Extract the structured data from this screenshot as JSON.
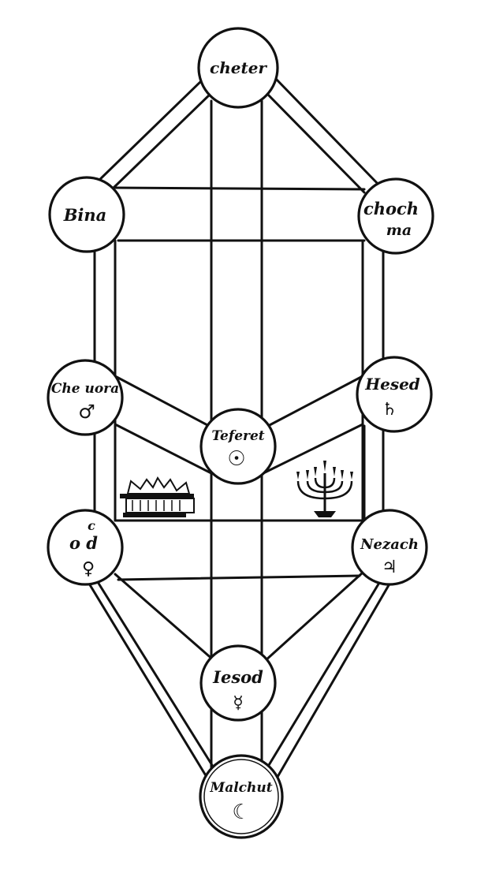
{
  "colors": {
    "ink": "#111111",
    "paper": "#ffffff"
  },
  "nodes": {
    "kether": {
      "label": "cheter"
    },
    "binah": {
      "label": "Bina"
    },
    "chokmah": {
      "label1": "choch",
      "label2": "ma"
    },
    "geburah": {
      "label": "Che uora",
      "symbol": "♂"
    },
    "chesed": {
      "label": "Hesed",
      "symbol": "♄"
    },
    "tiferet": {
      "label": "Teferet",
      "symbol": "☉"
    },
    "hod": {
      "label": "o d",
      "label_top": "c",
      "symbol": "♀"
    },
    "nezach": {
      "label": "Nezach",
      "symbol": "♃"
    },
    "iesod": {
      "label": "Iesod",
      "symbol": "☿"
    },
    "malchut": {
      "label": "Malchut",
      "symbol": "☾"
    }
  },
  "emblems": {
    "left": "ark-emblem",
    "right": "menorah-emblem"
  }
}
